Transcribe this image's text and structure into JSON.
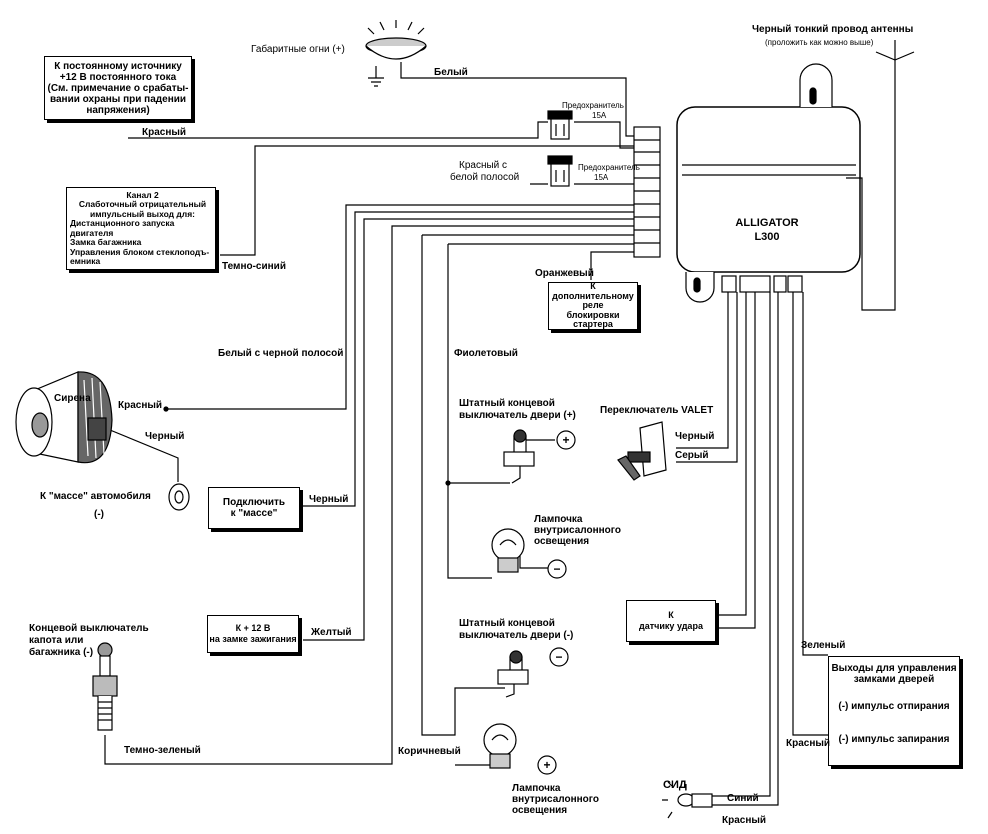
{
  "power_box": [
    "К постоянному источнику",
    "+12 В постоянного тока",
    "(См. примечание о срабаты-",
    "вании охраны при падении",
    "напряжения)"
  ],
  "channel2_box": {
    "title": "Канал 2",
    "subtitle": [
      "Слаботочный отрицательный",
      "импульсный выход для:"
    ],
    "items": [
      "Дистанционного запуска",
      "двигателя",
      "Замка багажника",
      "Управления блоком стеклоподъ-",
      "емника"
    ]
  },
  "starter_box": [
    "К",
    "дополнительному",
    "реле",
    "блокировки",
    "стартера"
  ],
  "ground_box": [
    "Подключить",
    "к \"массе\""
  ],
  "ignition_box": [
    "К + 12 В",
    "на замке зажигания"
  ],
  "shock_box": [
    "К",
    "датчику удара"
  ],
  "locks_box": {
    "title": [
      "Выходы для управления",
      "замками дверей"
    ],
    "unlock": "(-) импульс отпирания",
    "lock": "(-) импульс запирания"
  },
  "unit": {
    "name": "ALLIGATOR",
    "model": "L300"
  },
  "labels": {
    "parking_lights": "Габаритные огни (+)",
    "white": "Белый",
    "red_power": "Красный",
    "fuse1": "Предохранитель",
    "fuse1_rating": "15А",
    "fuse2": "Предохранитель",
    "fuse2_rating": "15А",
    "red_white_1": "Красный с",
    "red_white_2": "белой полосой",
    "dark_blue": "Темно-синий",
    "orange": "Оранжевый",
    "white_black": "Белый с черной полосой",
    "violet": "Фиолетовый",
    "siren": "Сирена",
    "siren_red": "Красный",
    "siren_black": "Черный",
    "chassis_ground": "К \"массе\" автомобиля",
    "chassis_minus": "(-)",
    "black_ground": "Черный",
    "yellow": "Желтый",
    "door_switch_plus_1": "Штатный концевой",
    "door_switch_plus_2": "выключатель двери (+)",
    "lamp1_1": "Лампочка",
    "lamp1_2": "внутрисалонного",
    "lamp1_3": "освещения",
    "door_switch_minus_1": "Штатный концевой",
    "door_switch_minus_2": "выключатель двери (-)",
    "lamp2_1": "Лампочка",
    "lamp2_2": "внутрисалонного",
    "lamp2_3": "освещения",
    "brown": "Коричневый",
    "hood_1": "Концевой выключатель",
    "hood_2": "капота или",
    "hood_3": "багажника (-)",
    "dark_green": "Темно-зеленый",
    "valet": "Переключатель VALET",
    "valet_black": "Черный",
    "valet_gray": "Серый",
    "green": "Зеленый",
    "red_locks": "Красный",
    "led": "СИД",
    "blue": "Синий",
    "led_red": "Красный",
    "antenna": "Черный тонкий провод антенны",
    "antenna_note": "(проложить как можно выше)",
    "plus": "+",
    "minus": "−"
  }
}
